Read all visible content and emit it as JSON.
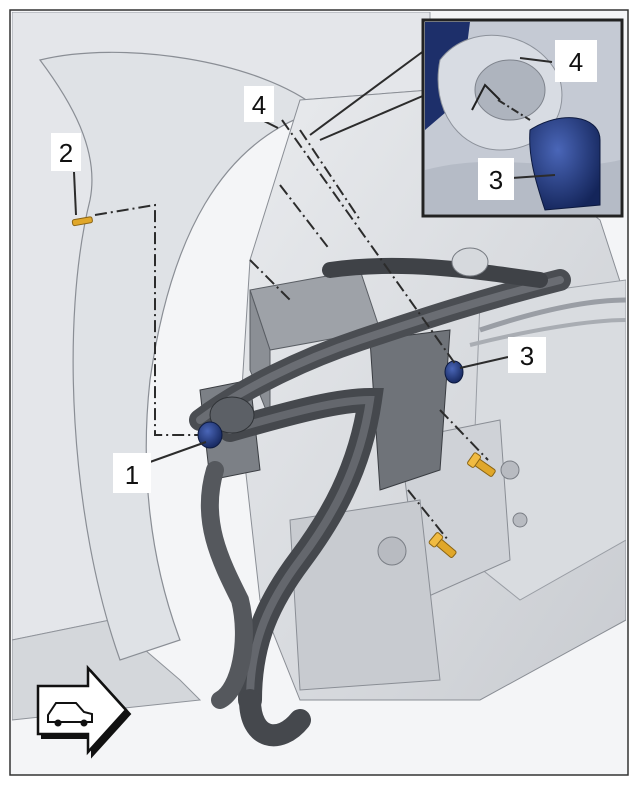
{
  "callouts": {
    "c1": "1",
    "c2": "2",
    "c3_main": "3",
    "c4_main": "4",
    "c3_inset": "3",
    "c4_inset": "4"
  },
  "icons": {
    "direction": "vehicle-front-direction-arrow-icon"
  },
  "colors": {
    "fastener_blue": "#1a2f6b",
    "bolt_gold": "#e0a72a",
    "line_gray": "#3a3a3a"
  }
}
